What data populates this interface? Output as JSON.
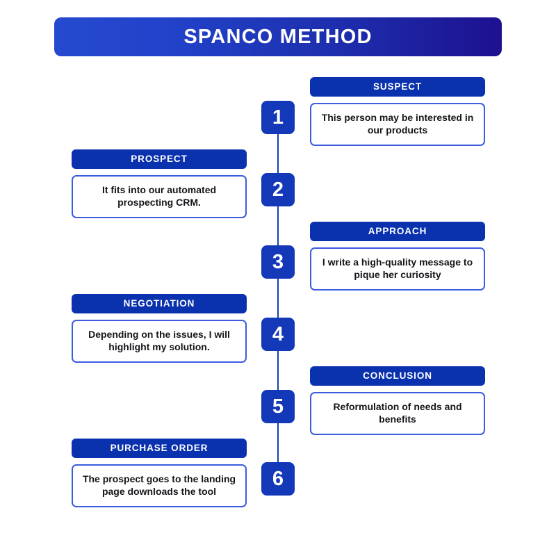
{
  "header": {
    "title": "SPANCO METHOD",
    "gradient_from": "#2244cc",
    "gradient_to": "#1d1190"
  },
  "theme": {
    "badge_color": "#1338b8",
    "label_bar_color": "#0a32ae",
    "desc_border_color": "#3b5be0",
    "spine_color": "#1340b5",
    "text_color": "#15161a",
    "background": "#ffffff"
  },
  "steps": [
    {
      "number": "1",
      "side": "right",
      "label": "SUSPECT",
      "description": "This person may be interested in our products"
    },
    {
      "number": "2",
      "side": "left",
      "label": "PROSPECT",
      "description": "It fits into our automated prospecting CRM."
    },
    {
      "number": "3",
      "side": "right",
      "label": "APPROACH",
      "description": "I write a high-quality message to pique her curiosity"
    },
    {
      "number": "4",
      "side": "left",
      "label": "NEGOTIATION",
      "description": "Depending on the issues, I will highlight my solution."
    },
    {
      "number": "5",
      "side": "right",
      "label": "CONCLUSION",
      "description": "Reformulation of needs and benefits"
    },
    {
      "number": "6",
      "side": "left",
      "label": "PURCHASE ORDER",
      "description": "The prospect goes to the landing page downloads the tool"
    }
  ]
}
